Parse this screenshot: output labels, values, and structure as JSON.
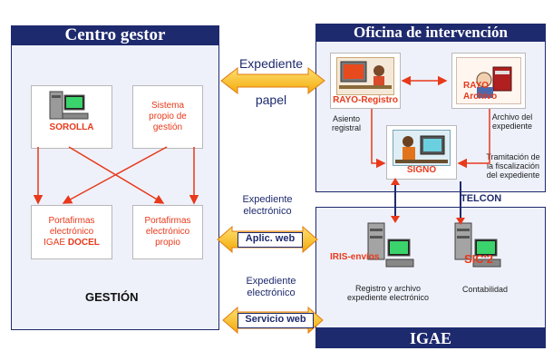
{
  "left_panel": {
    "title": "Centro gestor",
    "footer": "GESTIÓN",
    "nodes": {
      "sorolla": "SOROLLA",
      "sistema_line1": "Sistema",
      "sistema_line2": "propio de",
      "sistema_line3": "gestión",
      "portafirmas_igae_line1": "Portafirmas",
      "portafirmas_igae_line2": "electrónico",
      "portafirmas_igae_line3_a": "IGAE ",
      "portafirmas_igae_line3_b": "DOCEL",
      "portafirmas_propio_line1": "Portafirmas",
      "portafirmas_propio_line2": "electrónico",
      "portafirmas_propio_line3": "propio"
    }
  },
  "right_top_panel": {
    "title": "Oficina de intervención",
    "rayo_registro": "RAYO-Registro",
    "rayo_archivo_line1": "RAYO",
    "rayo_archivo_line2": "Archivo",
    "asiento_line1": "Asiento",
    "asiento_line2": "registral",
    "archivo_line1": "Archivo del",
    "archivo_line2": "expediente",
    "signo": "SIGNO",
    "tramitacion_line1": "Tramitación de",
    "tramitacion_line2": "la fiscalización",
    "tramitacion_line3": "del expediente",
    "telcon": "TELCON"
  },
  "right_bottom_panel": {
    "title": "IGAE",
    "iris": "IRIS-envíos",
    "sic": "SIC'2",
    "registro_line1": "Registro y archivo",
    "registro_line2": "expediente electrónico",
    "contabilidad": "Contabilidad"
  },
  "middle": {
    "expediente_papel_top": "Expediente",
    "expediente_papel_bottom": "papel",
    "exp_electronico_1_line1": "Expediente",
    "exp_electronico_1_line2": "electrónico",
    "aplic_web": "Aplic. web",
    "exp_electronico_2_line1": "Expediente",
    "exp_electronico_2_line2": "electrónico",
    "servicio_web": "Servicio web"
  },
  "colors": {
    "navy": "#1e2a6e",
    "red_text": "#e8391b",
    "arrow_orange": "#ff5a1f",
    "arrow_yellow": "#ffc21a",
    "panel_bg": "#eef1fa"
  }
}
